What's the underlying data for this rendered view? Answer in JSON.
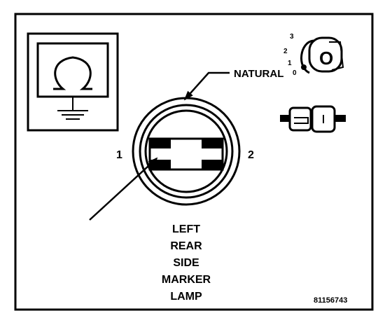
{
  "labels": {
    "natural": "NATURAL",
    "terminal_left": "1",
    "terminal_right": "2",
    "lamp_lines": [
      "LEFT",
      "REAR",
      "SIDE",
      "MARKER",
      "LAMP"
    ],
    "figure_id": "81156743"
  },
  "key_icon": {
    "positions": [
      "3",
      "2",
      "1",
      "0"
    ],
    "key_letter": "O"
  },
  "colors": {
    "ink": "#000000",
    "background": "#ffffff"
  },
  "icons": {
    "ground_symbol": "ground-omega-icon",
    "ignition_key": "ignition-key-icon",
    "connector": "connector-icon",
    "pointer_arrow": "arrow-icon"
  }
}
